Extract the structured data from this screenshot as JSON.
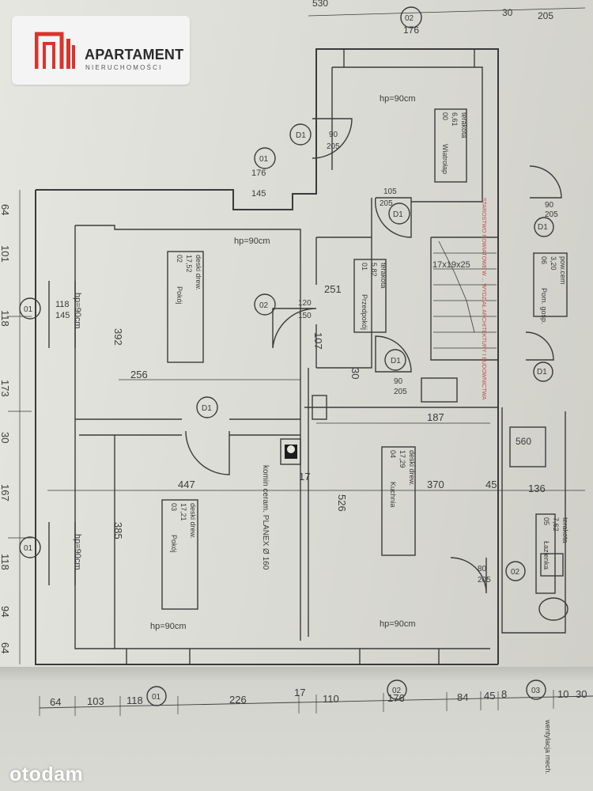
{
  "logo": {
    "name": "APARTAMENT",
    "sub": "NIERUCHOMOŚCI"
  },
  "watermark": "otodam",
  "rooms": [
    {
      "no": "00",
      "name": "Wiatrołap",
      "area": "6,61",
      "floor": "terakota"
    },
    {
      "no": "01",
      "name": "Przedpokój",
      "area": "5,82",
      "floor": "terakota"
    },
    {
      "no": "02",
      "name": "Pokój",
      "area": "17,52",
      "floor": "deski drew."
    },
    {
      "no": "03",
      "name": "Pokój",
      "area": "17,21",
      "floor": "deski drew."
    },
    {
      "no": "04",
      "name": "Kuchnia",
      "area": "17,29",
      "floor": "deski drew."
    },
    {
      "no": "05",
      "name": "Łazienka",
      "area": "7,62",
      "floor": "terakota"
    },
    {
      "no": "06",
      "name": "Pom. gosp.",
      "area": "3,20",
      "floor": "pow.cem"
    }
  ],
  "labels": {
    "hp90": "hp=90cm",
    "stairs": "17x19x25",
    "chimney": "komin ceram. PLANEX Ø 160",
    "stove_dim": "560",
    "d1": "D1",
    "w01": "01",
    "w02": "02",
    "w03": "03"
  },
  "dims": {
    "top": [
      "530",
      "176",
      "30",
      "205"
    ],
    "window_top": [
      "176",
      "145"
    ],
    "window_left": [
      "118",
      "145"
    ],
    "room": [
      "392",
      "256",
      "447",
      "385",
      "187",
      "370",
      "45",
      "136",
      "526",
      "251",
      "107",
      "30",
      "17"
    ],
    "doors": [
      "90",
      "205",
      "105",
      "205",
      "120",
      "150",
      "90",
      "205",
      "90",
      "205",
      "80",
      "205"
    ],
    "left_chain": [
      "64",
      "101",
      "118",
      "173",
      "30",
      "167",
      "118",
      "94",
      "64"
    ],
    "bottom_chain": [
      "64",
      "103",
      "118",
      "226",
      "17",
      "110",
      "176",
      "84",
      "45",
      "8",
      "10",
      "30"
    ]
  },
  "stamp": "STAROSTWO POWIATOWE W ... WYDZIAŁ ARCHITEKTURY I BUDOWNICTWA",
  "footer_note": "wentylacja mech."
}
